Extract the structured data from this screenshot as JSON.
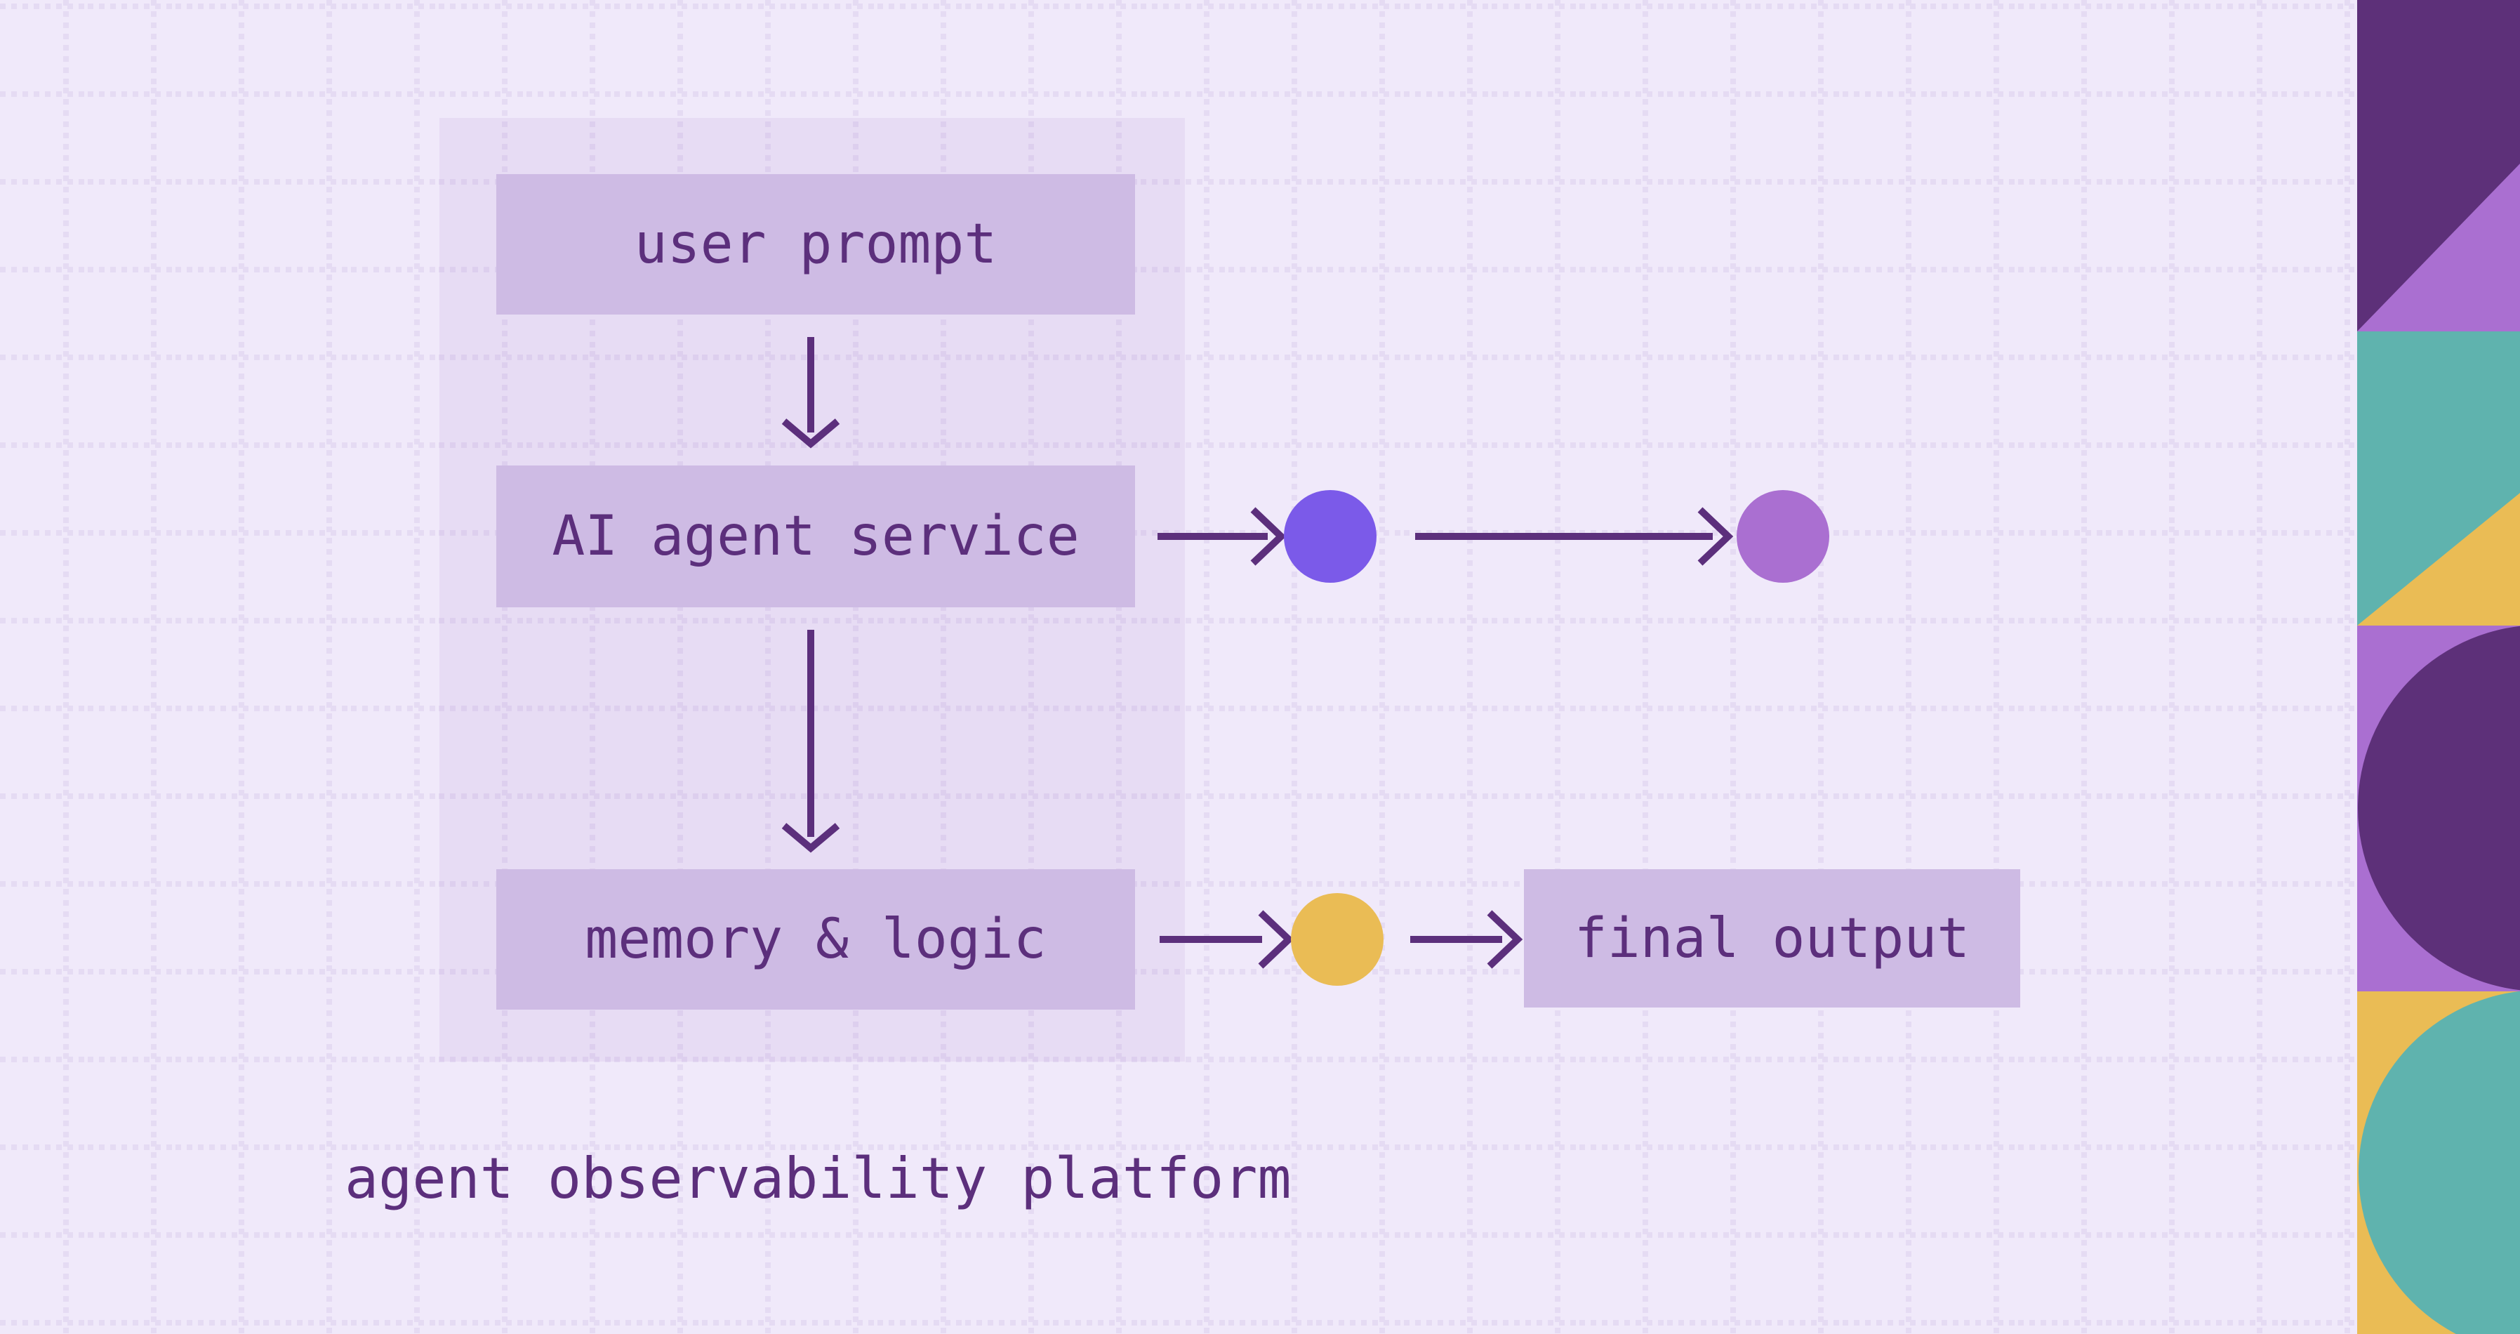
{
  "diagram": {
    "caption": "agent observability platform",
    "nodes": [
      {
        "id": "user-prompt",
        "label": "user prompt"
      },
      {
        "id": "ai-agent-service",
        "label": "AI agent service"
      },
      {
        "id": "memory-logic",
        "label": "memory & logic"
      },
      {
        "id": "final-output",
        "label": "final output"
      }
    ],
    "dots": [
      {
        "name": "violet-trace-dot",
        "color": "#7b5ae9"
      },
      {
        "name": "orchid-trace-dot",
        "color": "#aa6fd1"
      },
      {
        "name": "yellow-trace-dot",
        "color": "#eabc55"
      }
    ],
    "colors": {
      "background": "#f0e9fa",
      "grid_dot": "#e5dbf3",
      "container_overlay": "rgba(124,82,176,0.08)",
      "node_fill": "#cebbe4",
      "ink": "#5c2f7c"
    }
  },
  "decor": {
    "colors": {
      "purple": "#5d3079",
      "orchid": "#aa6fd1",
      "teal": "#5fb3ae",
      "yellow": "#eabc55"
    }
  }
}
